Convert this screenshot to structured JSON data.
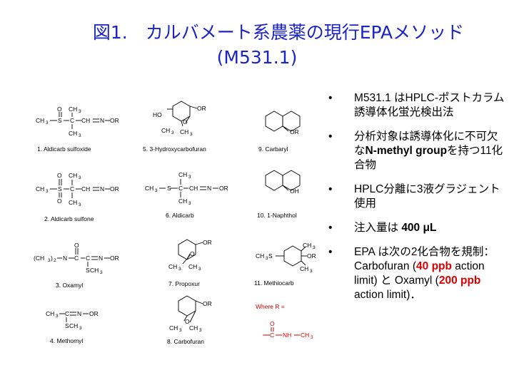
{
  "title": {
    "line1": "図1.　カルバメート系農薬の現行EPAメソッド",
    "line2": "(M531.1)"
  },
  "compounds": [
    {
      "name": "1.  Aldicarb sulfoxide"
    },
    {
      "name": "2.  Aldicarb sulfone"
    },
    {
      "name": "3.  Oxamyl"
    },
    {
      "name": "4.  Methomyl"
    },
    {
      "name": "5.  3-Hydroxycarbofuran"
    },
    {
      "name": "6.  Aldicarb"
    },
    {
      "name": "7.  Propoxur"
    },
    {
      "name": "8.  Carbofuran"
    },
    {
      "name": "9.  Carbaryl"
    },
    {
      "name": "10.  1-Naphthol"
    },
    {
      "name": "11.  Methiocarb"
    }
  ],
  "where_r": {
    "label": "Where R =",
    "o": "O",
    "formula_c": "C",
    "formula_nh": "NH",
    "formula_ch3": "CH"
  },
  "atoms": {
    "o": "O",
    "ch": "CH",
    "three": "3",
    "two": "2",
    "s": "S",
    "c": "C",
    "n": "N",
    "or": "OR",
    "ho": "HO",
    "oh": "OH",
    "ch3s": "CH",
    "s_after": "S",
    "paren_ch": "(CH",
    "paren_close": ")"
  },
  "bullets": {
    "b1": "M531.1 はHPLC-ポストカラム誘導体化蛍光検出法",
    "b2_pre": "分析対象は誘導体化に不可欠な",
    "b2_bold": "N-methyl group",
    "b2_post": "を持つ11化合物",
    "b3": "HPLC分離に3液グラジェント使用",
    "b4_pre": "注入量は ",
    "b4_bold": "400 μL",
    "b5_pre": "EPA は次の2化合物を規制：　Carbofuran (",
    "b5_red1": "40 ppb",
    "b5_mid": " action limit) と Oxamyl (",
    "b5_red2": "200 ppb",
    "b5_post": " action limit)．"
  },
  "colors": {
    "title": "#1a24c8",
    "highlight": "#dd0000",
    "text": "#000000"
  }
}
